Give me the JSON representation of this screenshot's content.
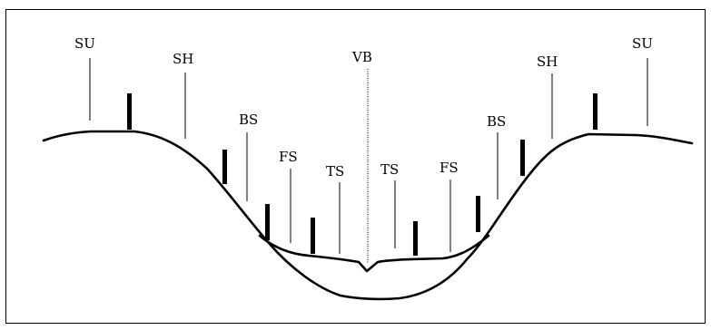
{
  "labels": {
    "su_left": "SU",
    "sh_left": "SH",
    "bs_left": "BS",
    "fs_left": "FS",
    "ts_left": "TS",
    "vb": "VB",
    "ts_right": "TS",
    "fs_right": "FS",
    "bs_right": "BS",
    "sh_right": "SH",
    "su_right": "SU"
  }
}
